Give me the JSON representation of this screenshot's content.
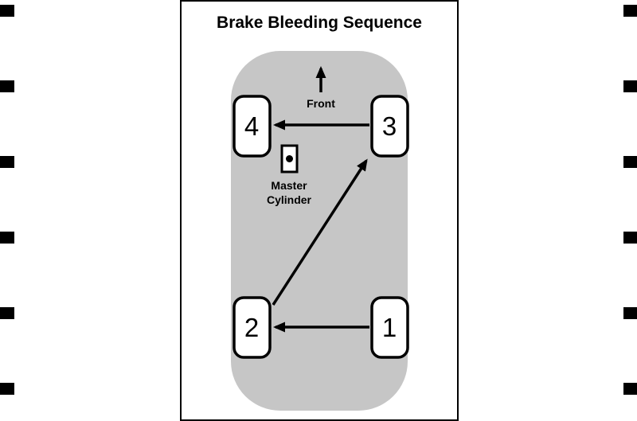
{
  "diagram": {
    "title": "Brake Bleeding Sequence",
    "front_label": "Front",
    "master_cylinder": {
      "line1": "Master",
      "line2": "Cylinder"
    },
    "wheels": [
      {
        "label": "1",
        "position": "rear-right"
      },
      {
        "label": "2",
        "position": "rear-left"
      },
      {
        "label": "3",
        "position": "front-right"
      },
      {
        "label": "4",
        "position": "front-left"
      }
    ],
    "sequence": [
      "1",
      "2",
      "3",
      "4"
    ],
    "sequence_arrows": [
      {
        "from": "1",
        "to": "2"
      },
      {
        "from": "2",
        "to": "3"
      },
      {
        "from": "3",
        "to": "4"
      }
    ],
    "colors": {
      "car_body": "#c6c6c6",
      "wheel_fill": "#ffffff",
      "line": "#000000",
      "panel_border": "#000000"
    }
  }
}
